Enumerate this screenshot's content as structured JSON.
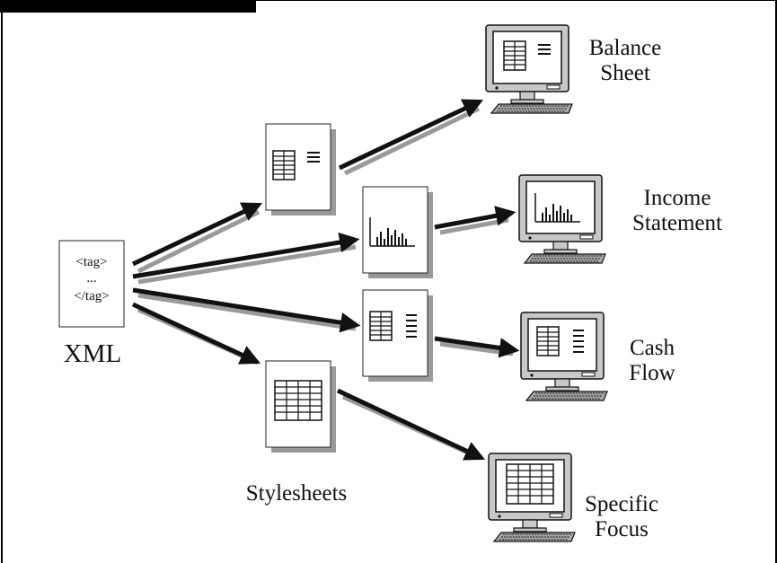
{
  "xml_doc": {
    "lines": [
      "<tag>",
      "...",
      "</tag>"
    ],
    "label": "XML"
  },
  "stylesheets_label": "Stylesheets",
  "outputs": [
    {
      "id": "balance",
      "label": "Balance\nSheet"
    },
    {
      "id": "income",
      "label": "Income\nStatement"
    },
    {
      "id": "cash",
      "label": "Cash\nFlow"
    },
    {
      "id": "focus",
      "label": "Specific\nFocus"
    }
  ]
}
